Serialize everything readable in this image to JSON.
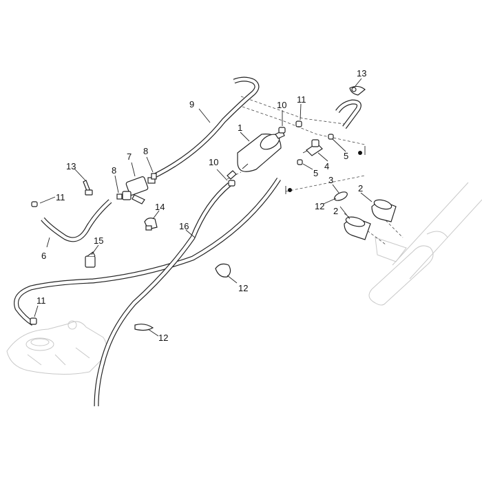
{
  "diagram": {
    "callouts": [
      {
        "id": "c1",
        "text": "1"
      },
      {
        "id": "c2a",
        "text": "2"
      },
      {
        "id": "c2b",
        "text": "2"
      },
      {
        "id": "c3",
        "text": "3"
      },
      {
        "id": "c4",
        "text": "4"
      },
      {
        "id": "c5a",
        "text": "5"
      },
      {
        "id": "c5b",
        "text": "5"
      },
      {
        "id": "c6",
        "text": "6"
      },
      {
        "id": "c7",
        "text": "7"
      },
      {
        "id": "c8a",
        "text": "8"
      },
      {
        "id": "c8b",
        "text": "8"
      },
      {
        "id": "c9",
        "text": "9"
      },
      {
        "id": "c10a",
        "text": "10"
      },
      {
        "id": "c10b",
        "text": "10"
      },
      {
        "id": "c11a",
        "text": "11"
      },
      {
        "id": "c11b",
        "text": "11"
      },
      {
        "id": "c11c",
        "text": "11"
      },
      {
        "id": "c12a",
        "text": "12"
      },
      {
        "id": "c12b",
        "text": "12"
      },
      {
        "id": "c12c",
        "text": "12"
      },
      {
        "id": "c13a",
        "text": "13"
      },
      {
        "id": "c13b",
        "text": "13"
      },
      {
        "id": "c14",
        "text": "14"
      },
      {
        "id": "c15",
        "text": "15"
      },
      {
        "id": "c16",
        "text": "16"
      }
    ],
    "colors": {
      "line": "#222222",
      "ghost": "#c8c8c8",
      "background": "#ffffff"
    }
  }
}
